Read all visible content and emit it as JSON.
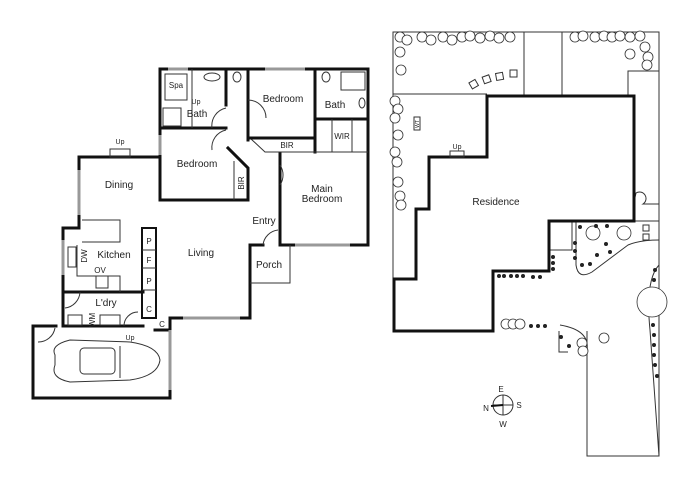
{
  "floor_plan": {
    "rooms": {
      "spa": "Spa",
      "bath1": "Bath",
      "bedroom1": "Bedroom",
      "bath2": "Bath",
      "wir": "WIR",
      "bir1": "BIR",
      "bedroom2": "Bedroom",
      "bir2": "BIR",
      "dining": "Dining",
      "main_bedroom_1": "Main",
      "main_bedroom_2": "Bedroom",
      "entry": "Entry",
      "kitchen": "Kitchen",
      "living": "Living",
      "porch": "Porch",
      "laundry": "L'dry",
      "pantry1": "P",
      "fridge": "F",
      "pantry2": "P",
      "cupboard1": "C",
      "cupboard2": "C",
      "dishwasher": "DW",
      "oven": "OV",
      "washing_machine": "WM"
    },
    "stairs": [
      "Up",
      "Up",
      "Up"
    ]
  },
  "site_plan": {
    "residence": "Residence",
    "water_tank": "WT",
    "stairs": "Up",
    "compass": {
      "n": "N",
      "e": "E",
      "s": "S",
      "w": "W"
    }
  }
}
